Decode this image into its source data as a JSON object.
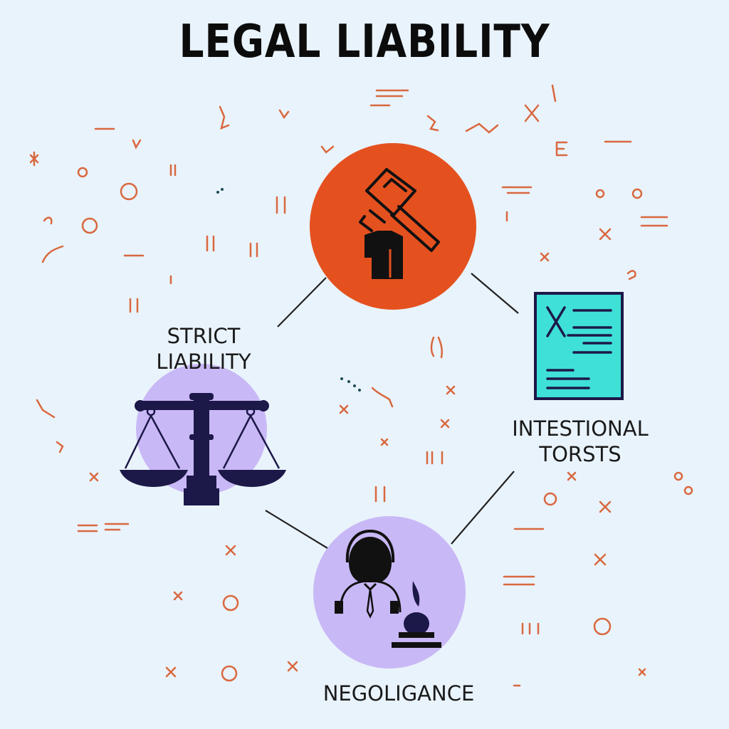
{
  "title": "LEGAL LIABILITY",
  "nodes": {
    "strict_liability": {
      "line1": "STRICT",
      "line2": "LIABILITY",
      "icon": "scales-of-justice-icon"
    },
    "intentional_torts": {
      "line1": "INTESTIONAL",
      "line2": "TORSTS",
      "icon": "document-x-icon"
    },
    "negligence": {
      "label": "NEGOLIGANCE",
      "icon": "person-with-candle-icon"
    },
    "center": {
      "icon": "gavel-icon"
    }
  },
  "colors": {
    "background": "#e9f3fb",
    "gavel_circle": "#e4511f",
    "lavender_circle": "#c9b8f6",
    "document_fill": "#3fe0d6",
    "dark_navy": "#1c1848",
    "accent_marks": "#d9683f",
    "connector": "#222222"
  }
}
